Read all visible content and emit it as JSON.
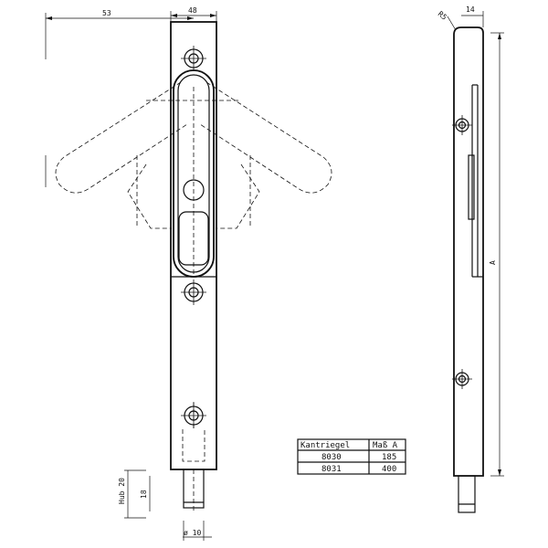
{
  "dimensions": {
    "width_top": "53",
    "width_bar": "48",
    "radius": "R5",
    "side_width": "14",
    "length": "A",
    "stroke": "Hub 20",
    "pin_len": "18",
    "pin_diam": "ø 10"
  },
  "table": {
    "headers": [
      "Kantriegel",
      "Maß A"
    ],
    "rows": [
      [
        "8030",
        "185"
      ],
      [
        "8031",
        "400"
      ]
    ]
  }
}
